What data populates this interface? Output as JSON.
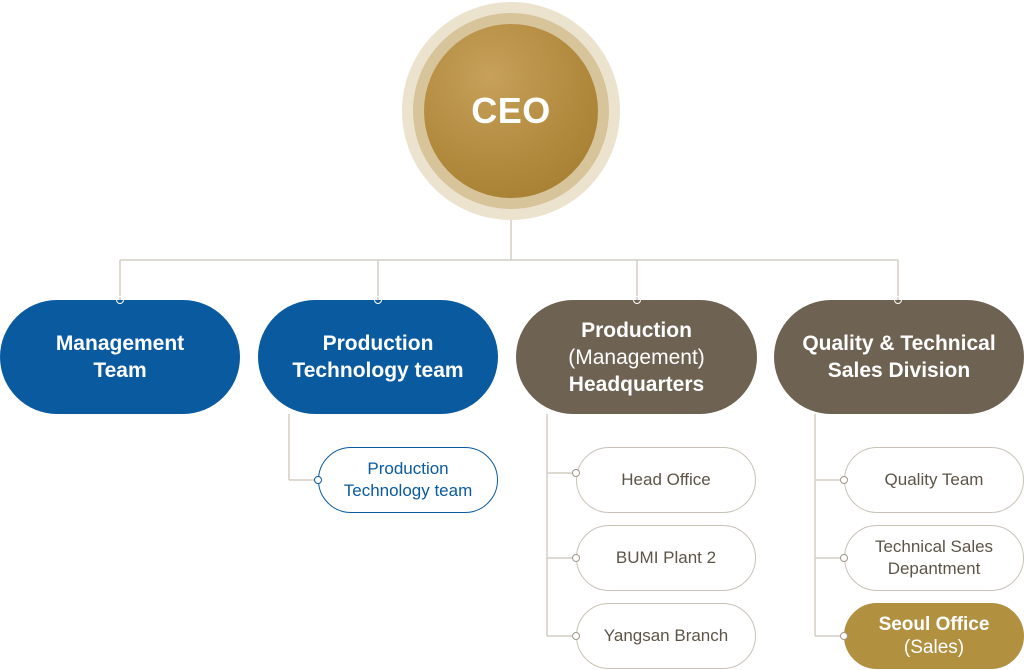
{
  "ceo": {
    "label": "CEO"
  },
  "departments": [
    {
      "lines": [
        "Management",
        "Team"
      ]
    },
    {
      "lines": [
        "Production",
        "Technology team"
      ]
    },
    {
      "lines": [
        "Production",
        "(Management)",
        "Headquarters"
      ]
    },
    {
      "lines": [
        "Quality & Technical",
        "Sales Division"
      ]
    }
  ],
  "sub_units": {
    "production_technology": [
      {
        "lines": [
          "Production",
          "Technology team"
        ]
      }
    ],
    "production_headquarters": [
      {
        "lines": [
          "Head Office"
        ]
      },
      {
        "lines": [
          "BUMI Plant 2"
        ]
      },
      {
        "lines": [
          "Yangsan Branch"
        ]
      }
    ],
    "quality_technical_sales": [
      {
        "lines": [
          "Quality Team"
        ]
      },
      {
        "lines": [
          "Technical Sales",
          "Depantment"
        ]
      },
      {
        "lines": [
          "Seoul Office",
          "(Sales)"
        ]
      }
    ]
  },
  "colors": {
    "blue": "#0a5aa0",
    "brown": "#6e6252",
    "gold": "#b1913f",
    "line": "#d3cdc4"
  }
}
